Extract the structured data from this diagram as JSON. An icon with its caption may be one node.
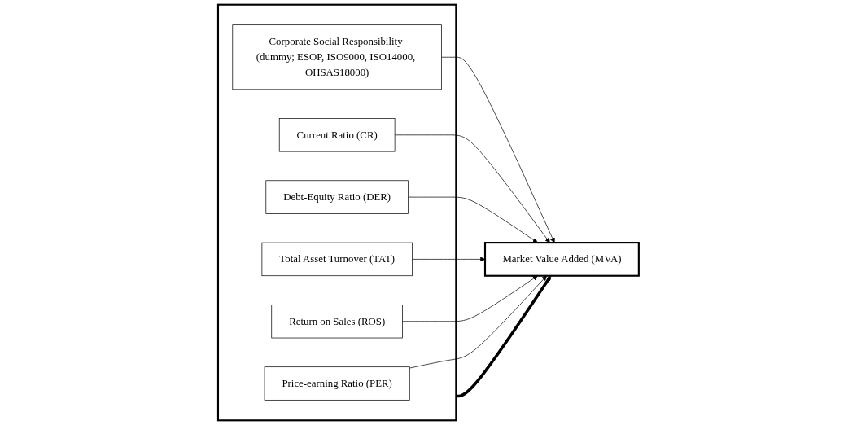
{
  "diagram": {
    "nodes": [
      {
        "text": [],
        "shape": "box"
      },
      {
        "text": [
          "Corporate Social Responsibility (dummy; ESOP, ISO9000, ISO14000, OHSAS18000)"
        ],
        "in": 0
      },
      {
        "text": [
          "Current Ratio (CR)"
        ],
        "in": 0
      },
      {
        "text": [
          "Debt-Equity Ratio (DER)"
        ],
        "in": 0
      },
      {
        "text": [
          "Total Asset Turnover (TAT)"
        ],
        "in": 0
      },
      {
        "text": [
          "Return on Sales (ROS)"
        ],
        "in": 0
      },
      {
        "text": [
          "Price-earning Ratio (PER)"
        ],
        "in": 0
      },
      {
        "text": [
          "Market Value Added (MVA)"
        ]
      }
    ],
    "edges": [
      {
        "from": 1,
        "to": 7,
        "arrow": "to"
      },
      {
        "from": 2,
        "to": 7,
        "arrow": "to"
      },
      {
        "from": 3,
        "to": 7,
        "arrow": "to"
      },
      {
        "from": 4,
        "to": 7,
        "arrow": "to"
      },
      {
        "from": 5,
        "to": 7,
        "arrow": "to"
      },
      {
        "from": 6,
        "to": 7,
        "arrow": "to"
      },
      {
        "from": 0,
        "to": 7,
        "arrow": "to",
        "style": "thick"
      }
    ]
  }
}
